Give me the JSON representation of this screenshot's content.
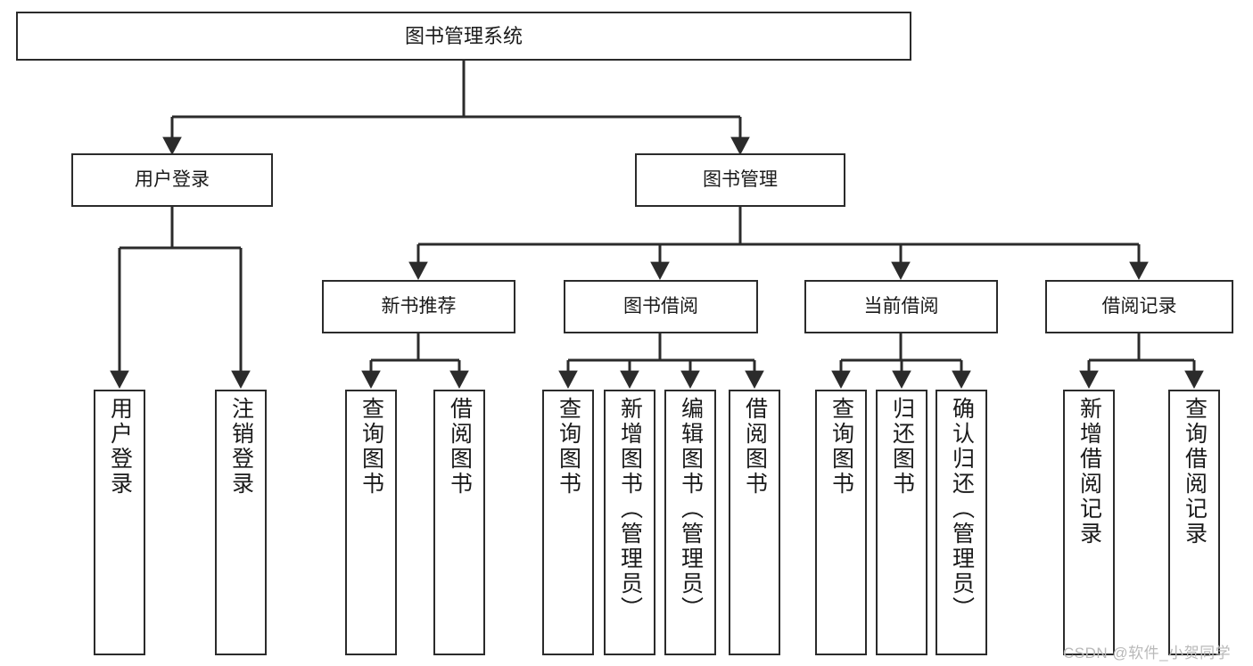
{
  "diagram": {
    "title": "图书管理系统",
    "type": "tree",
    "watermark": "CSDN @软件_小贺同学",
    "colors": {
      "box_border": "#2b2b2b",
      "box_fill": "#ffffff",
      "edge": "#2b2b2b",
      "text": "#1a1a1a",
      "watermark": "#b9b9b9"
    },
    "nodes": {
      "root": {
        "label": "图书管理系统"
      },
      "level2": [
        {
          "id": "user-login",
          "label": "用户登录"
        },
        {
          "id": "book-manage",
          "label": "图书管理"
        }
      ],
      "level3": [
        {
          "id": "new-book-recommend",
          "label": "新书推荐"
        },
        {
          "id": "book-borrow",
          "label": "图书借阅"
        },
        {
          "id": "current-borrow",
          "label": "当前借阅"
        },
        {
          "id": "borrow-record",
          "label": "借阅记录"
        }
      ],
      "leaves": {
        "user-login": [
          {
            "id": "leaf-user-login",
            "label": "用户登录"
          },
          {
            "id": "leaf-logout-login",
            "label": "注销登录"
          }
        ],
        "new-book-recommend": [
          {
            "id": "leaf-query-book-1",
            "label": "查询图书"
          },
          {
            "id": "leaf-borrow-book-1",
            "label": "借阅图书"
          }
        ],
        "book-borrow": [
          {
            "id": "leaf-query-book-2",
            "label": "查询图书"
          },
          {
            "id": "leaf-add-book",
            "label": "新增图书（管理员）"
          },
          {
            "id": "leaf-edit-book",
            "label": "编辑图书（管理员）"
          },
          {
            "id": "leaf-borrow-book-2",
            "label": "借阅图书"
          }
        ],
        "current-borrow": [
          {
            "id": "leaf-query-book-3",
            "label": "查询图书"
          },
          {
            "id": "leaf-return-book",
            "label": "归还图书"
          },
          {
            "id": "leaf-confirm-return",
            "label": "确认归还（管理员）"
          }
        ],
        "borrow-record": [
          {
            "id": "leaf-add-record",
            "label": "新增借阅记录"
          },
          {
            "id": "leaf-query-record",
            "label": "查询借阅记录"
          }
        ]
      }
    }
  }
}
